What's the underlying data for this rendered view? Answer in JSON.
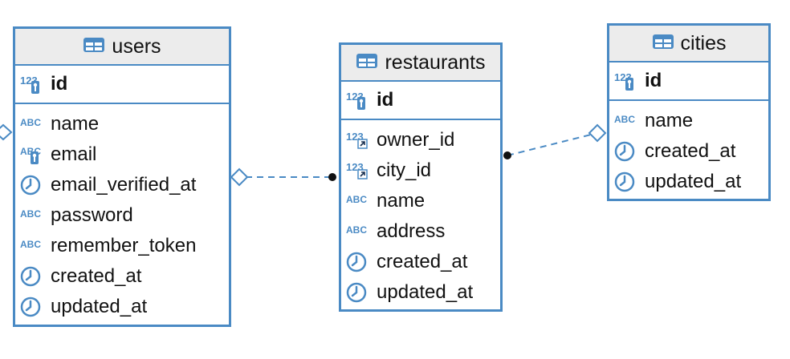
{
  "colors": {
    "border": "#4a8ac4",
    "header_bg": "#ececec",
    "link": "#4a8ac4"
  },
  "tables": {
    "users": {
      "name": "users",
      "pk": {
        "name": "id",
        "icon": "numeric-key-icon"
      },
      "columns": [
        {
          "name": "name",
          "icon": "text-icon"
        },
        {
          "name": "email",
          "icon": "text-key-icon"
        },
        {
          "name": "email_verified_at",
          "icon": "clock-icon"
        },
        {
          "name": "password",
          "icon": "text-icon"
        },
        {
          "name": "remember_token",
          "icon": "text-icon"
        },
        {
          "name": "created_at",
          "icon": "clock-icon"
        },
        {
          "name": "updated_at",
          "icon": "clock-icon"
        }
      ]
    },
    "restaurants": {
      "name": "restaurants",
      "pk": {
        "name": "id",
        "icon": "numeric-key-icon"
      },
      "columns": [
        {
          "name": "owner_id",
          "icon": "numeric-fk-icon"
        },
        {
          "name": "city_id",
          "icon": "numeric-fk-icon"
        },
        {
          "name": "name",
          "icon": "text-icon"
        },
        {
          "name": "address",
          "icon": "text-icon"
        },
        {
          "name": "created_at",
          "icon": "clock-icon"
        },
        {
          "name": "updated_at",
          "icon": "clock-icon"
        }
      ]
    },
    "cities": {
      "name": "cities",
      "pk": {
        "name": "id",
        "icon": "numeric-key-icon"
      },
      "columns": [
        {
          "name": "name",
          "icon": "text-icon"
        },
        {
          "name": "created_at",
          "icon": "clock-icon"
        },
        {
          "name": "updated_at",
          "icon": "clock-icon"
        }
      ]
    }
  },
  "relations": [
    {
      "from": "restaurants.owner_id",
      "to": "users.id"
    },
    {
      "from": "restaurants.city_id",
      "to": "cities.id"
    }
  ]
}
